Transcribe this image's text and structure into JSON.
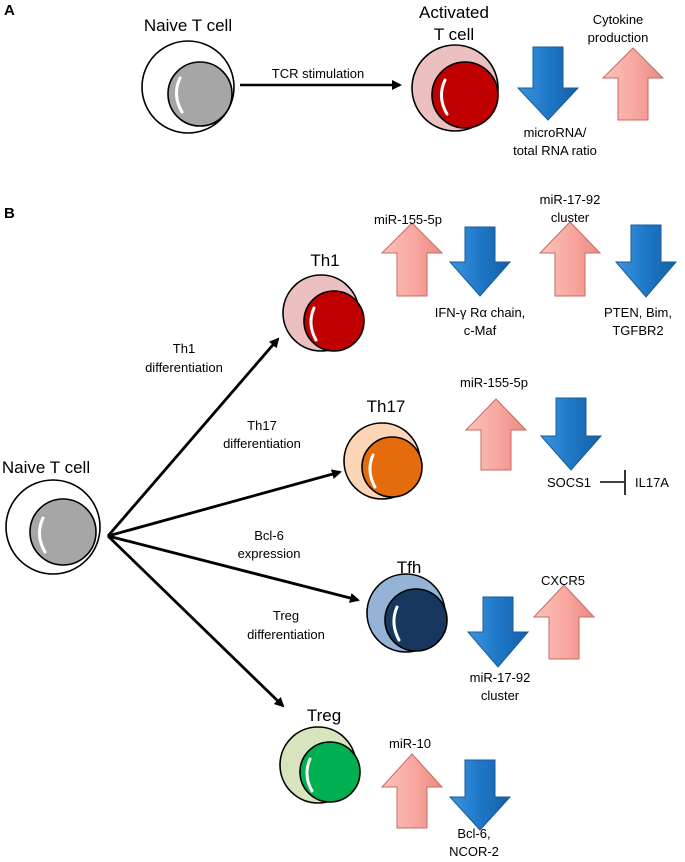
{
  "colors": {
    "up_arrow": "#f9a8a0",
    "down_arrow": "#1e78c8",
    "naive_outer": "#ffffff",
    "naive_nucleus": "#a6a6a6",
    "activated_outer": "#ecc0c0",
    "activated_nucleus": "#c00000",
    "th17_outer": "#fbd5b5",
    "th17_nucleus": "#e46c0a",
    "tfh_outer": "#95b3d7",
    "tfh_nucleus": "#17375e",
    "treg_outer": "#d7e4bd",
    "treg_nucleus": "#00b050"
  },
  "panel_a": {
    "letter": "A",
    "naive_label": "Naive T cell",
    "arrow_label": "TCR stimulation",
    "activated_label_line1": "Activated",
    "activated_label_line2": "T cell",
    "cytokine_line1": "Cytokine",
    "cytokine_line2": "production",
    "ratio_line1": "microRNA/",
    "ratio_line2": "total RNA ratio"
  },
  "panel_b": {
    "letter": "B",
    "naive_label": "Naive T cell",
    "branches": {
      "th1_line1": "Th1",
      "th1_line2": "differentiation",
      "th17_line1": "Th17",
      "th17_line2": "differentiation",
      "bcl6_line1": "Bcl-6",
      "bcl6_line2": "expression",
      "treg_line1": "Treg",
      "treg_line2": "differentiation"
    },
    "th1": {
      "name": "Th1",
      "up1_label": "miR-155-5p",
      "down1_line1": "IFN-γ Rα chain,",
      "down1_line2": "c-Maf",
      "up2_line1": "miR-17-92",
      "up2_line2": "cluster",
      "down2_line1": "PTEN, Bim,",
      "down2_line2": "TGFBR2"
    },
    "th17": {
      "name": "Th17",
      "up_label": "miR-155-5p",
      "target": "SOCS1",
      "inhibited": "IL17A"
    },
    "tfh": {
      "name": "Tfh",
      "down_line1": "miR-17-92",
      "down_line2": "cluster",
      "up_label": "CXCR5"
    },
    "treg": {
      "name": "Treg",
      "up_label": "miR-10",
      "down_line1": "Bcl-6,",
      "down_line2": "NCOR-2"
    }
  }
}
